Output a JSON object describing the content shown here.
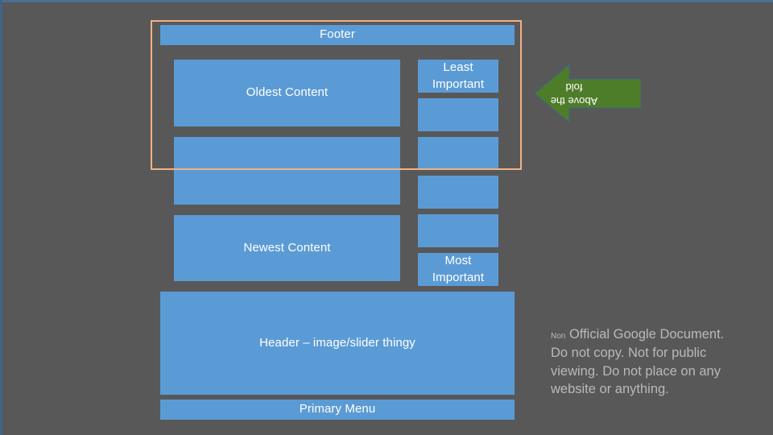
{
  "slide": {
    "background_color": "#585858",
    "box_color": "#5b9bd5",
    "fold_outline_color": "#f0b183",
    "arrow_color": "#4e7d29",
    "text_color": "#ffffff",
    "disclaimer_color": "#b9b9b9"
  },
  "layout": {
    "footer": {
      "label": "Footer"
    },
    "primary_menu": {
      "label": "Primary Menu"
    },
    "header": {
      "label": "Header – image/slider thingy"
    },
    "main_column": [
      {
        "label": "Oldest Content"
      },
      {
        "label": ""
      },
      {
        "label": "Newest Content"
      }
    ],
    "side_column": [
      {
        "label": "Least\nImportant"
      },
      {
        "label": ""
      },
      {
        "label": ""
      },
      {
        "label": ""
      },
      {
        "label": ""
      },
      {
        "label": "Most\nImportant"
      }
    ]
  },
  "annotations": {
    "fold_rect": {
      "name": "above-the-fold-region"
    },
    "arrow": {
      "label": "Above the\nfold",
      "direction": "left",
      "rotated": "180"
    },
    "disclaimer": {
      "prefix": "Non",
      "text": " Official Google Document. Do not copy. Not for public viewing. Do not place on any website or anything."
    }
  }
}
